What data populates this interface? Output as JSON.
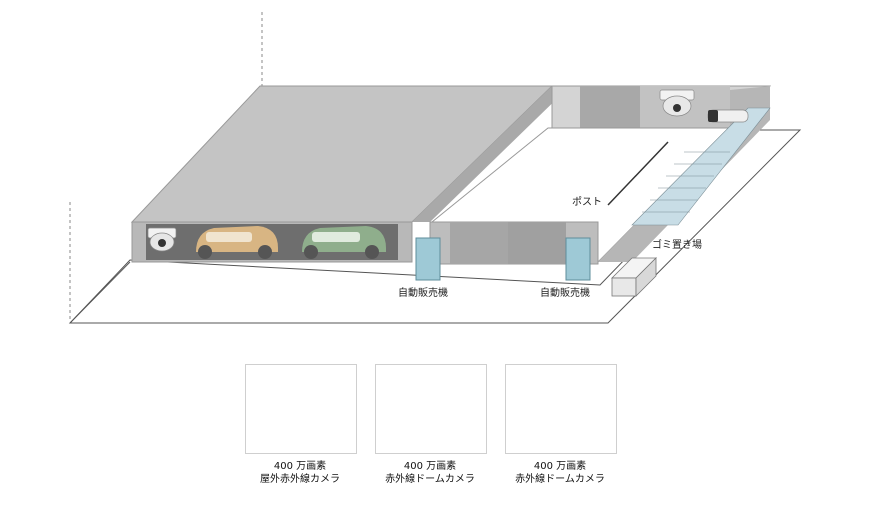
{
  "labels": {
    "post": "ポスト",
    "garbage": "ゴミ置き場",
    "vending_left": "自動販売機",
    "vending_right": "自動販売機"
  },
  "cameras": [
    {
      "line1": "400 万画素",
      "line2": "屋外赤外線カメラ",
      "icon": "bullet-camera-icon"
    },
    {
      "line1": "400 万画素",
      "line2": "赤外線ドームカメラ",
      "icon": "dome-camera-icon"
    },
    {
      "line1": "400 万画素",
      "line2": "赤外線ドームカメラ",
      "icon": "dome-camera-icon"
    }
  ],
  "colors": {
    "roof": "#c6c6c6",
    "wall": "#b4b4b4",
    "floor": "#ffffff",
    "vending": "#9ec9d6",
    "stairs": "#c8dde6",
    "car_yellow": "#d8b583",
    "car_green": "#8fae8c"
  }
}
